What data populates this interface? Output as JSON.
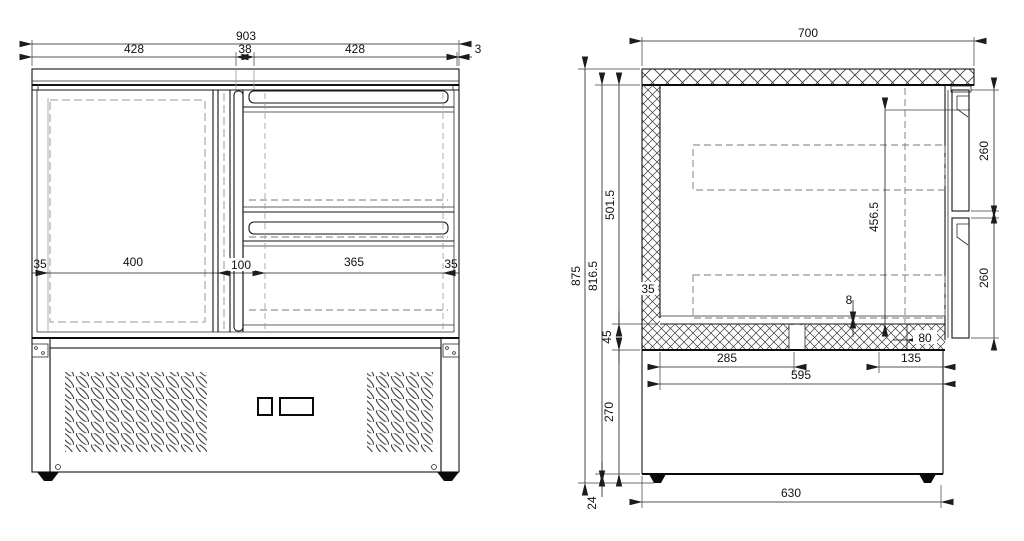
{
  "drawing": {
    "front": {
      "overall_width": "903",
      "top_left_door": "428",
      "top_pillar": "38",
      "top_right_door": "428",
      "top_overhang": "3",
      "wall_left": "35",
      "door_interior": "400",
      "center_pillar": "100",
      "drawer_interior": "365",
      "wall_right": "35"
    },
    "side": {
      "depth": "700",
      "overall_height": "875",
      "body_height": "816.5",
      "interior_height": "501.5",
      "base_thickness": "45",
      "plinth_height": "270",
      "feet_height": "24",
      "wall_thickness": "35",
      "interior_clearance": "456.5",
      "floor_panel": "8",
      "base_front_width": "80",
      "base_front_offset": "285",
      "interior_depth": "595",
      "front_section": "135",
      "feet_spacing": "630",
      "drawer_upper": "260",
      "drawer_lower": "260"
    }
  }
}
